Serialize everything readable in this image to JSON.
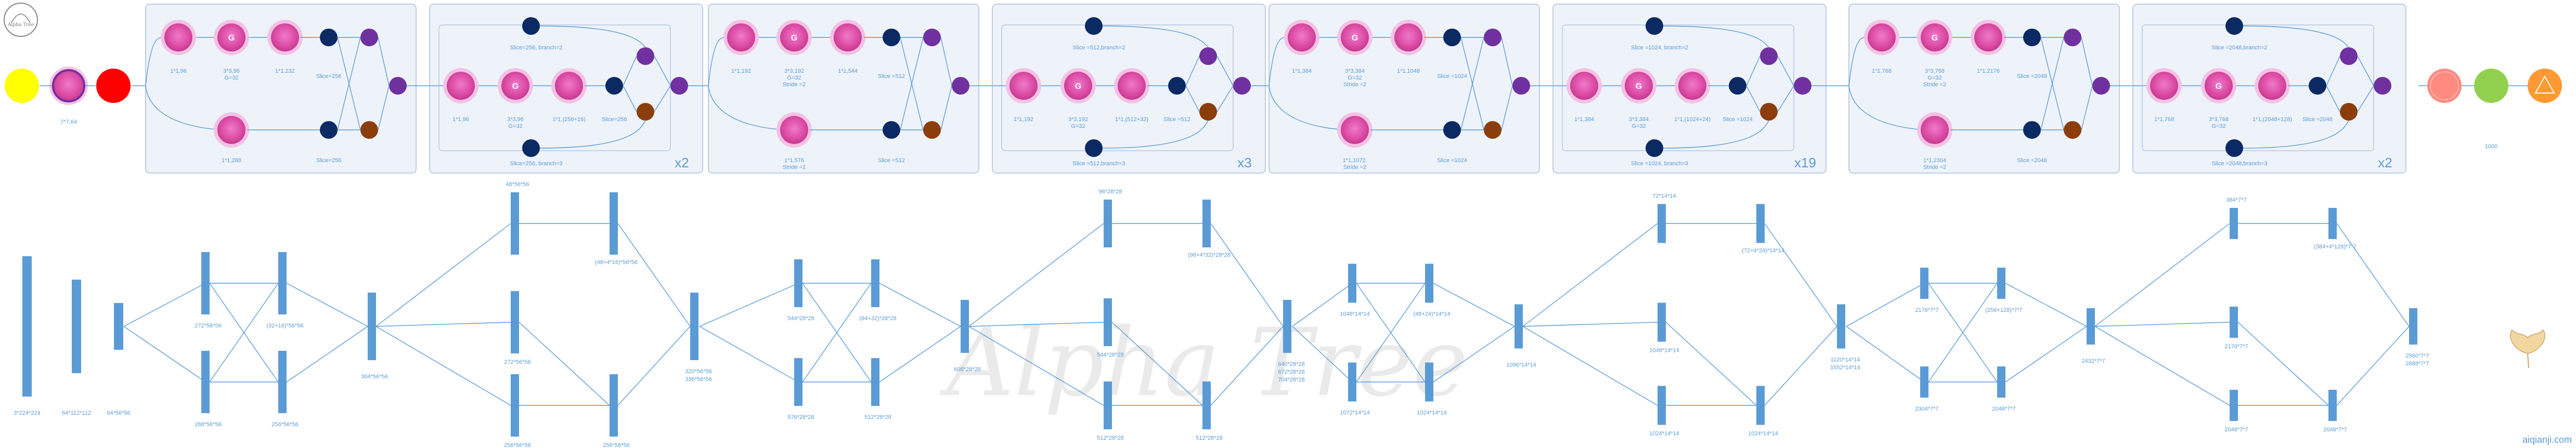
{
  "logo": {
    "text": "Alpha Tree"
  },
  "watermark": "Alpha Tree",
  "credit": "aiqianji.com",
  "top": {
    "input_label": "7*7,64",
    "output_label": "1000",
    "stages": [
      {
        "main_top": [
          "1*1,96",
          "3*3,96\nG=32",
          "1*1,232"
        ],
        "main_bottom": "1*1,288",
        "slice_top": "Slice=256",
        "slice_bottom": "Slice=256",
        "rep_slice_top": "Slice=256,  branch=2",
        "rep_main": [
          "1*1,96",
          "3*3,96\nG=32",
          "1*1,(256+16)"
        ],
        "rep_slice_side": "Slice=256",
        "rep_slice_bottom": "Slice=256,  branch=3",
        "repeat": "x2"
      },
      {
        "main_top": [
          "1*1,192",
          "3*3,192\nG=32\nStride =2",
          "1*1,544"
        ],
        "main_bottom": "1*1,576\nStride =2",
        "slice_top": "Slice =512",
        "slice_bottom": "Slice =512",
        "rep_slice_top": "Slice =512,branch=2",
        "rep_main": [
          "1*1,192",
          "3*3,192\nG=32",
          "1*1,(512+32)"
        ],
        "rep_slice_side": "Slice =512",
        "rep_slice_bottom": "Slice =512,branch=3",
        "repeat": "x3"
      },
      {
        "main_top": [
          "1*1,384",
          "3*3,384\nG=32\nStride =2",
          "1*1,1048"
        ],
        "main_bottom": "1*1,1072,\nStride =2",
        "slice_top": "Slice =1024",
        "slice_bottom": "Slice =1024",
        "rep_slice_top": "Slice =1024, branch=2",
        "rep_main": [
          "1*1,384",
          "3*3,384\nG=32",
          "1*1,(1024+24)"
        ],
        "rep_slice_side": "Slice =1024",
        "rep_slice_bottom": "Slice =1024, branch=3",
        "repeat": "x19"
      },
      {
        "main_top": [
          "1*1,768",
          "3*3,768\nG=32\nStride =2",
          "1*1,2176"
        ],
        "main_bottom": "1*1,2304\nStride =2",
        "slice_top": "Slice =2048",
        "slice_bottom": "Slice =2048",
        "rep_slice_top": "Slice =2048,branch=2",
        "rep_main": [
          "1*1,768",
          "3*3,768\nG=32",
          "1*1,(2048+128)"
        ],
        "rep_slice_side": "Slice =2048",
        "rep_slice_bottom": "Slice =2048,branch=3",
        "repeat": "x2"
      }
    ]
  },
  "bottom": {
    "input_labels": [
      "3*224*224",
      "64*112*112",
      "64*56*56"
    ],
    "stages": [
      {
        "a": "272*56*56",
        "b": "288*56*56",
        "c": "(32+16)*56*56",
        "d": "256*56*56",
        "merge": "304*56*56",
        "r1": "48*56*56",
        "r1b": "(48+4*16)*56*56",
        "r2": "272*56*56",
        "r3": "256*56*56",
        "r3b": "256*56*56",
        "out1": "320*56*56",
        "out2": "336*56*56"
      },
      {
        "a": "544*28*28",
        "b": "576*28*28",
        "c": "(64+32)*28*28",
        "d": "512*28*28",
        "merge": "608*28*28",
        "r1": "96*28*28",
        "r1b": "(96+4*32)*28*28",
        "r2": "544*28*28",
        "r3": "512*28*28",
        "r3b": "512*28*28",
        "out1": "640*28*28",
        "out2": "672*28*28",
        "out3": "704*28*28"
      },
      {
        "a": "1048*14*14",
        "b": "1072*14*14",
        "c": "(48+24)*14*14",
        "d": "1024*14*14",
        "merge": "1096*14*14",
        "r1": "72*14*14",
        "r1b": "(72+4*24)*14*14",
        "r2": "1048*14*14",
        "r3": "1024*14*14",
        "r3b": "1024*14*14",
        "out1": "1120*14*14",
        "out2": "1552*14*14"
      },
      {
        "a": "2176*7*7",
        "b": "2304*7*7",
        "c": "(256+128)*7*7",
        "d": "2048*7*7",
        "merge": "2432*7*7",
        "r1": "384*7*7",
        "r1b": "(384+4*128)*7*7",
        "r2": "2176*7*7",
        "r3": "2048*7*7",
        "r3b": "2048*7*7",
        "out1": "2560*7*7",
        "out2": "2688*7*7"
      }
    ]
  },
  "colors": {
    "accent": "#5b9bd5",
    "node_pink": "#e052b4",
    "node_navy": "#0b2a64",
    "node_purple": "#7030a0",
    "node_brown": "#8b3e0b",
    "box_fill": "#eef3fa",
    "box_stroke": "#a9bedc",
    "input_yellow": "#ffff00",
    "input_red": "#ff0000",
    "output_salmon": "#ff8a80",
    "output_green": "#92d050",
    "output_orange": "#ff9933"
  }
}
